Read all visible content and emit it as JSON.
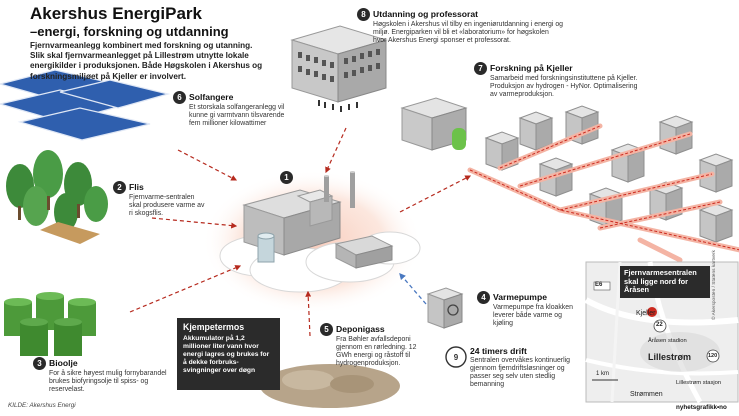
{
  "title": "Akershus EnergiPark",
  "subtitle": "–energi, forskning og utdanning",
  "intro": "Fjernvarmeanlegg kombinert med forskning og utanning. Slik skal fjernvarmeanlegget på Lillestrøm utnytte lokale energikilder i produksjonen. Både Høgskolen i Akershus og forskningsmiljøet på Kjeller er involvert.",
  "sections": {
    "s1": {
      "num": "1"
    },
    "s2": {
      "num": "2",
      "title": "Flis",
      "body": "Fjernvarme-sentralen skal produsere varme av ri skogsflis."
    },
    "s3": {
      "num": "3",
      "title": "Bioolje",
      "body": "For å sikre høyest mulig fornybarandel brukes biofyringsolje til spiss- og reservelast."
    },
    "s4": {
      "num": "4",
      "title": "Varmepumpe",
      "body": "Varmepumpe fra kloakken leverer både varme og kjøling"
    },
    "s5": {
      "num": "5",
      "title": "Deponigass",
      "body": "Fra Bøhler avfallsdeponi gjennom en rørledning. 12 GWh energi og råstoff til hydrogenproduksjon."
    },
    "s6": {
      "num": "6",
      "title": "Solfangere",
      "body": "Et storskala solfangeranlegg vil kunne gi varmtvann tilsvarende fem millioner kilowattimer"
    },
    "s7": {
      "num": "7",
      "title": "Forskning på Kjeller",
      "body": "Samarbeid med forskningsinstituttene på Kjeller. Produksjon av hydrogen - HyNor. Optimalisering av varmeproduksjon."
    },
    "s8": {
      "num": "8",
      "title": "Utdanning og professorat",
      "body": "Høgskolen i Akershus vil tilby en ingeniørutdanning i energi og miljø. Energiparken vil bli et «laboratorium» for høgskolen hvor  Akershus Energi sponser et professorat."
    },
    "s9": {
      "num": "9",
      "title": "24 timers drift",
      "body": "Sentralen overvåkes kontinuerlig gjennom fjerndriftsløsninger og passer seg selv uten stedlig bemanning"
    }
  },
  "callout": {
    "title": "Kjempetermos",
    "body": "Akkumulator på 1,2 millioner liter vann hvor energi lagres og brukes for å dekke forbruks-svingninger over døgn"
  },
  "map": {
    "label": "Fjernvarmesentralen skal ligge nord for Åråsen",
    "e6": "E6",
    "kjeller": "Kjeller",
    "lillestrom": "Lillestrøm",
    "arasen": "Åråsen stadion",
    "lillestrom_stasjon": "Lillestrøm stasjon",
    "strommen": "Strømmen",
    "scale": "1 km",
    "road22": "22",
    "road120": "120",
    "credit": "© Akersposten / Statens kartverk"
  },
  "footer": {
    "source": "KILDE: Akershus Energi",
    "brand": "nyhetsgrafikk•no"
  },
  "colors": {
    "accent": "#cc2a1f",
    "pipe": "#f4b4a4",
    "dark": "#2b2b2b",
    "tree": "#3d8a3a",
    "barrel": "#4d9a3a",
    "solar": "#2f5fae"
  }
}
